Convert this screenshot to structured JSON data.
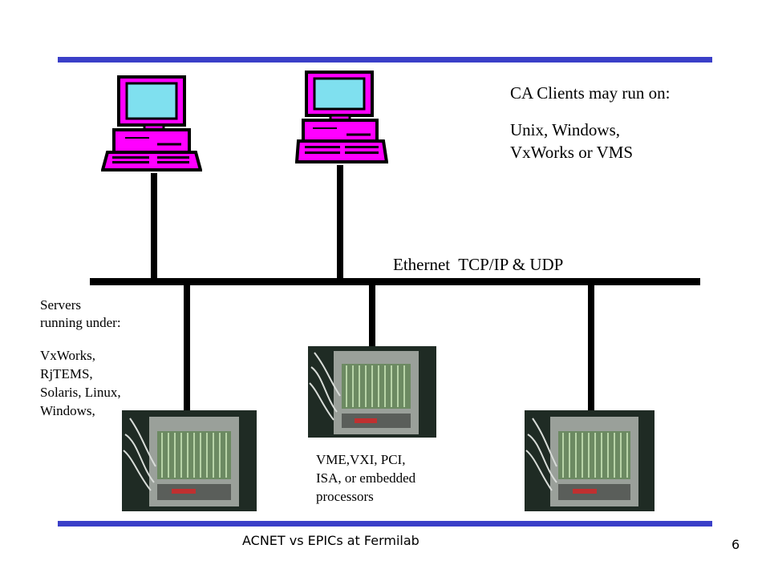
{
  "clients": {
    "heading": "CA Clients may run on:",
    "os_line1": "Unix, Windows,",
    "os_line2": "VxWorks or VMS"
  },
  "network": {
    "label": "Ethernet  TCP/IP & UDP"
  },
  "servers": {
    "heading_line1": "Servers",
    "heading_line2": "running under:",
    "os_lines": [
      "VxWorks,",
      "RjTEMS,",
      "Solaris, Linux,",
      "Windows,"
    ]
  },
  "hardware": {
    "lines": [
      "VME,VXI, PCI,",
      "ISA, or embedded",
      "processors"
    ]
  },
  "footer": {
    "title": "ACNET vs EPICs at Fermilab",
    "page_number": "6"
  },
  "colors": {
    "rule": "#3a3fc8",
    "computer": "#ff00ff",
    "screen": "#7fe0ef",
    "bus": "#000000"
  }
}
